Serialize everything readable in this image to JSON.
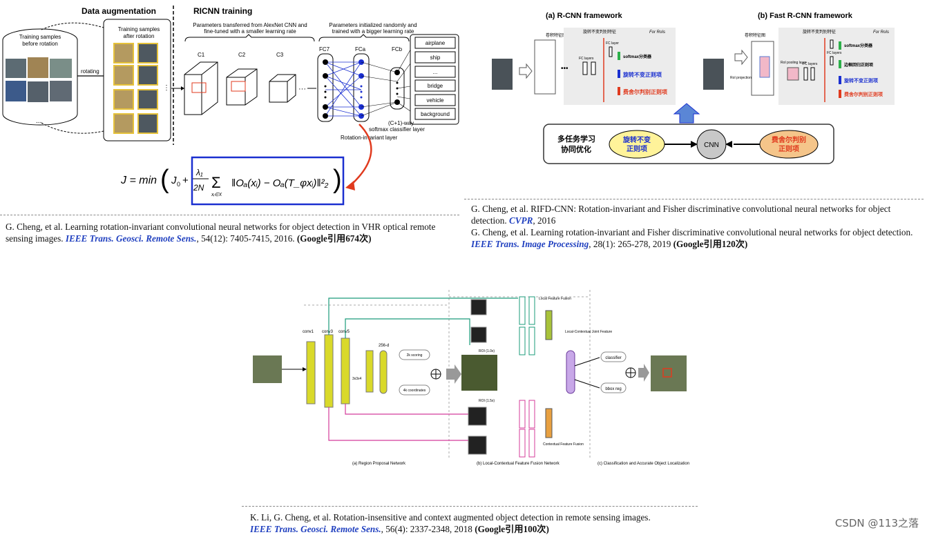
{
  "panel1": {
    "heading_aug": "Data augmentation",
    "heading_train": "RICNN training",
    "before_label": "Training samples before rotation",
    "after_label": "Training samples after rotation",
    "rotating": "rotating",
    "ellipsis": "...",
    "params_left": "Parameters transferred from AlexNet CNN and fine-tuned with a smaller learning rate",
    "params_right": "Parameters initialized randomly and trained with a bigger learning rate",
    "layers": [
      "C1",
      "C2",
      "C3",
      "FC7",
      "FCa",
      "FCb"
    ],
    "classes": [
      "airplane",
      "ship",
      "...",
      "bridge",
      "vehicle",
      "background"
    ],
    "classifier_label": "(C+1)-way softmax classifier layer",
    "rotation_layer": "Rotation-invariant layer",
    "equation_left": "J = min",
    "equation_box": "‖O_a(x_i) − O_a(T_φ x_i)‖²₂"
  },
  "panel2": {
    "title_a": "(a) R-CNN framework",
    "title_b": "(b) Fast R-CNN framework",
    "conv_feat": "卷积特征图",
    "rot_label": "旋转不变判别特征",
    "for_rois": "For RoIs",
    "fc_layers": "FC layers",
    "fc_layer": "FC layer",
    "softmax": "softmax分类器",
    "bbox_reg": "边框回归正则项",
    "rot_reg": "旋转不变正则项",
    "fisher_reg": "费舍尔判别正则项",
    "roi_pool": "RoI pooling layer",
    "roi_proj": "RoI projection",
    "multitask": "多任务学习\n协同优化",
    "rot_reg_oval": "旋转不变\n正则项",
    "cnn": "CNN",
    "fisher_oval": "费舍尔判别\n正则项"
  },
  "panel3": {
    "conv_labels": [
      "conv1",
      "conv3",
      "conv5"
    ],
    "d256": "256-d",
    "k3": "3x3x4",
    "scoring": "2k scoring",
    "coords": "4k coordinates",
    "roi1": "ROI (1.0x)",
    "roi15": "ROI (1.5x)",
    "local_fusion": "Local Feature Fusion",
    "ctx_fusion": "Contextual Feature Fusion",
    "joint": "Local-Contextual Joint Feature",
    "classifier": "classifier",
    "bbox_reg": "bbox reg",
    "cap_a": "(a) Region Proposal Network",
    "cap_b": "(b) Local-Contextual Feature Fusion Network",
    "cap_c": "(c) Classification and Accurate Object Localization"
  },
  "citations": {
    "c1": {
      "text": "G. Cheng, et al. Learning rotation-invariant convolutional neural networks for object detection in VHR optical remote sensing images. ",
      "venue": "IEEE Trans. Geosci. Remote Sens.",
      "rest": ", 54(12): 7405-7415, 2016. ",
      "cites": "(Google引用674次)"
    },
    "c2": {
      "text": "G. Cheng, et al. RIFD-CNN: Rotation-invariant and Fisher discriminative convolutional neural networks for object detection. ",
      "venue": "CVPR",
      "rest": ", 2016"
    },
    "c3": {
      "text": "G. Cheng, et al. Learning rotation-invariant and Fisher discriminative convolutional neural networks for object detection. ",
      "venue": "IEEE Trans. Image Processing",
      "rest": ", 28(1): 265-278, 2019 ",
      "cites": "(Google引用120次)"
    },
    "c4": {
      "text": "K. Li, G. Cheng, et al. Rotation-insensitive and context augmented object detection in remote sensing images.",
      "venue": "IEEE Trans. Geosci. Remote Sens.",
      "rest": ", 56(4): 2337-2348, 2018 ",
      "cites": "(Google引用100次)"
    }
  },
  "watermark": "CSDN @113之落",
  "colors": {
    "venue": "#1f3fbf",
    "blue_box": "#1a2fd0",
    "red_arrow": "#e03a1e",
    "teal": "#1a9b7a",
    "magenta": "#d43b9a",
    "olive": "#c8c820"
  }
}
